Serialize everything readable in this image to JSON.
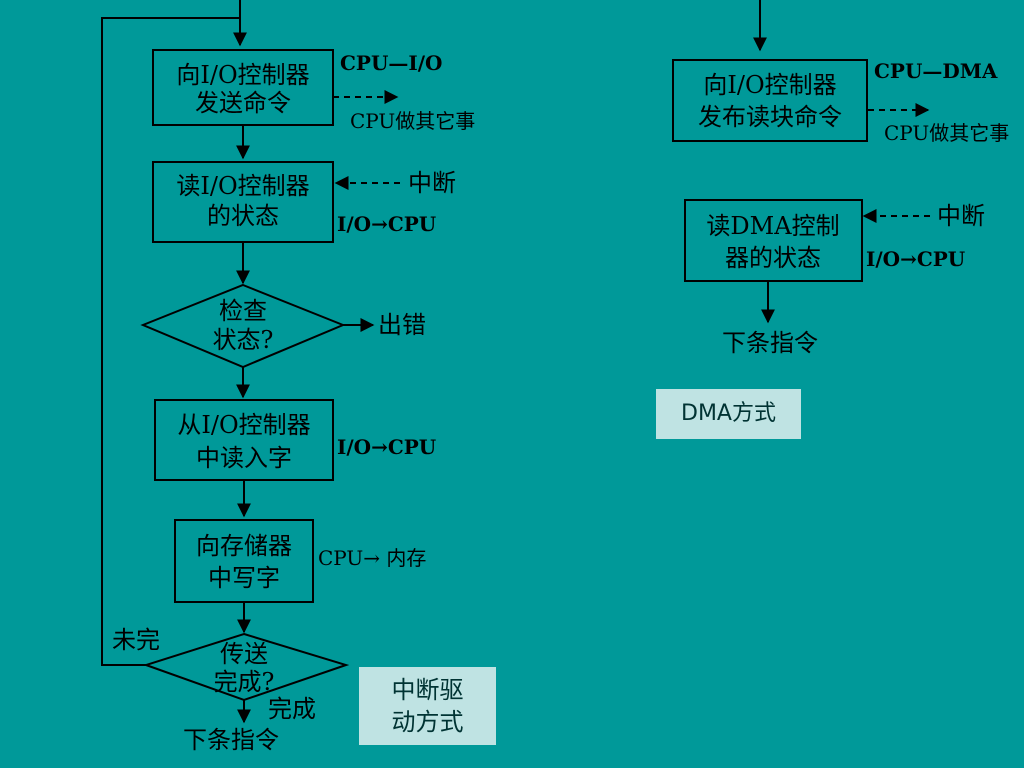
{
  "interrupt_flow": {
    "send_command": [
      "向I/O控制器",
      "发送命令"
    ],
    "cpu_to_io": "CPU—I/O",
    "cpu_do_other": "CPU做其它事",
    "read_status": [
      "读I/O控制器",
      "的状态"
    ],
    "interrupt": "中断",
    "io_to_cpu_1": "I/O→CPU",
    "check_status": [
      "检查",
      "状态?"
    ],
    "error": "出错",
    "read_word": [
      "从I/O控制器",
      "中读入字"
    ],
    "io_to_cpu_2": "I/O→CPU",
    "write_memory": [
      "向存储器",
      "中写字"
    ],
    "cpu_to_mem": "CPU→ 内存",
    "transfer_done": [
      "传送",
      "完成?"
    ],
    "not_done": "未完",
    "done": "完成",
    "next_instr": "下条指令",
    "mode_label": [
      "中断驱",
      "动方式"
    ]
  },
  "dma_flow": {
    "read_block": [
      "向I/O控制器",
      "发布读块命令"
    ],
    "cpu_to_dma": "CPU—DMA",
    "cpu_do_other": "CPU做其它事",
    "read_status": [
      "读DMA控制",
      "器的状态"
    ],
    "interrupt": "中断",
    "io_to_cpu": "I/O→CPU",
    "next_instr": "下条指令",
    "mode_label": "DMA方式"
  },
  "colors": {
    "background": "#009999",
    "badge": "#bfe3e3",
    "line": "#000000"
  }
}
